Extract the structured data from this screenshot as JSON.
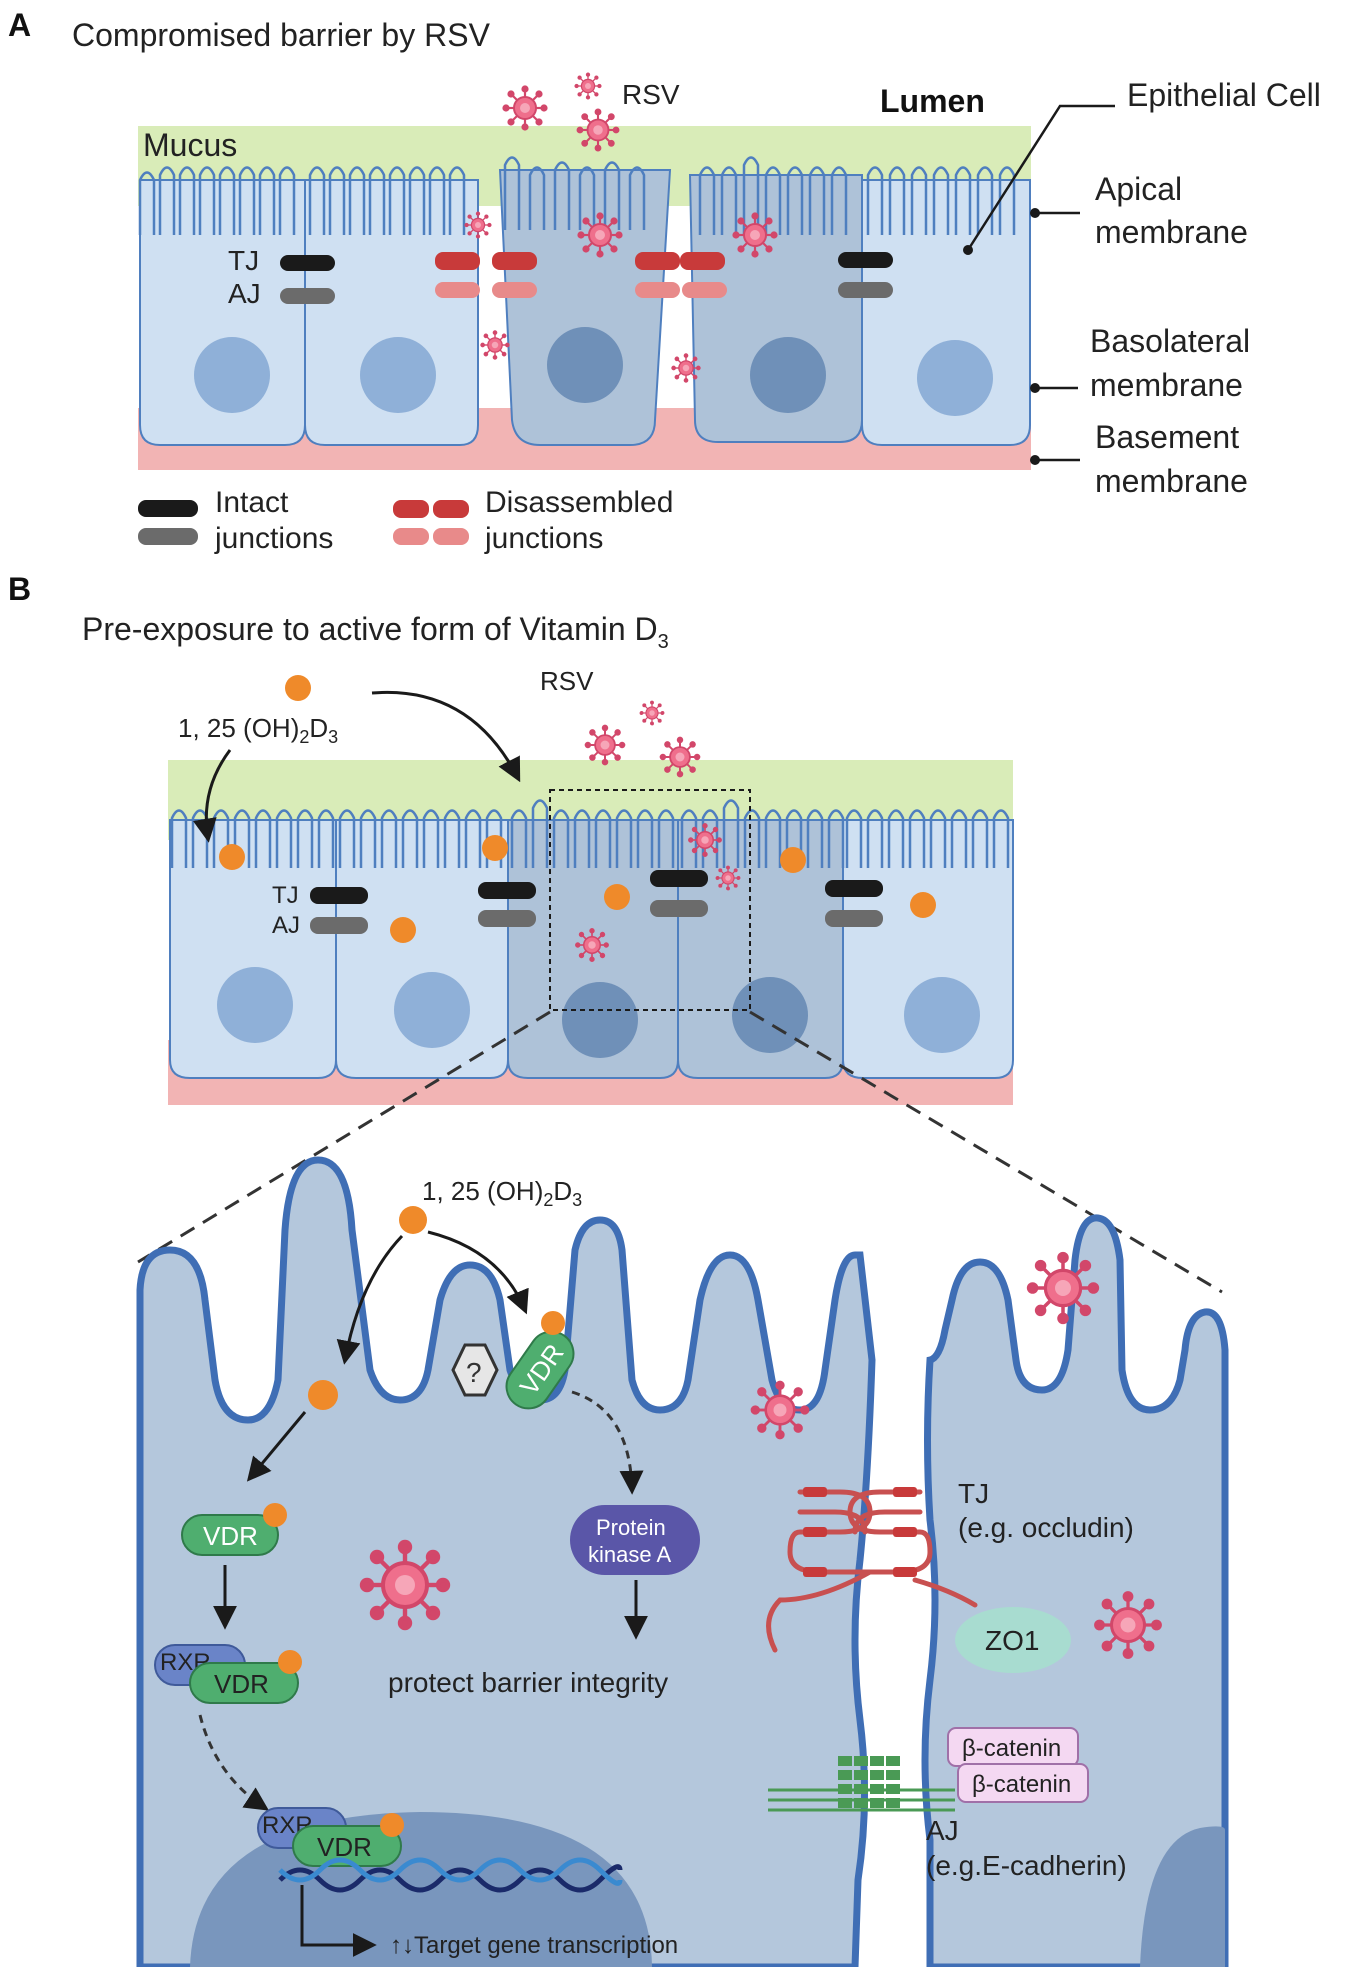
{
  "panel_a": {
    "letter": "A",
    "title": "Compromised barrier by RSV",
    "labels": {
      "rsv": "RSV",
      "lumen": "Lumen",
      "mucus": "Mucus",
      "epithelial_cell": "Epithelial Cell",
      "apical_1": "Apical",
      "apical_2": "membrane",
      "basolateral_1": "Basolateral",
      "basolateral_2": "membrane",
      "basement_1": "Basement",
      "basement_2": "membrane",
      "tj": "TJ",
      "aj": "AJ"
    },
    "legend": {
      "intact_1": "Intact",
      "intact_2": "junctions",
      "disassembled_1": "Disassembled",
      "disassembled_2": "junctions"
    }
  },
  "panel_b": {
    "letter": "B",
    "title_main": "Pre-exposure to active form of Vitamin D",
    "title_sub": "3",
    "labels": {
      "rsv": "RSV",
      "vitd_1": "1, 25 (OH)",
      "vitd_sub1": "2",
      "vitd_2": "D",
      "vitd_sub2": "3",
      "tj": "TJ",
      "aj": "AJ"
    }
  },
  "zoom": {
    "vitd_1": "1, 25 (OH)",
    "vitd_sub1": "2",
    "vitd_2": "D",
    "vitd_sub2": "3",
    "question": "?",
    "vdr": "VDR",
    "rxr": "RXR",
    "pka_1": "Protein",
    "pka_2": "kinase A",
    "protect": "protect barrier integrity",
    "transcription": "↑↓Target gene transcription",
    "tj_1": "TJ",
    "tj_2": "(e.g. occludin)",
    "zo1": "ZO1",
    "beta_catenin": "β-catenin",
    "aj_1": "AJ",
    "aj_2": "(e.g.E-cadherin)"
  },
  "colors": {
    "mucus": "#d9ecb8",
    "cell_light": "#cfe0f2",
    "cell_dark": "#aec2d8",
    "membrane": "#4f7fbf",
    "basement": "#f2b4b4",
    "nucleus": "#8fb0d8",
    "junction_intact_tj": "#1a1a1a",
    "junction_intact_aj": "#6b6b6b",
    "junction_dis_tj": "#c83a3a",
    "junction_dis_aj": "#e88a8a",
    "rsv": "#e05a7a",
    "vitd": "#ef8a2a",
    "vdr": "#4fae6f",
    "rxr": "#6a84c8",
    "pka": "#5a56a8",
    "zo1": "#a8dcd0",
    "catenin": "#f4d8f2",
    "cadherin": "#4a9a55"
  }
}
